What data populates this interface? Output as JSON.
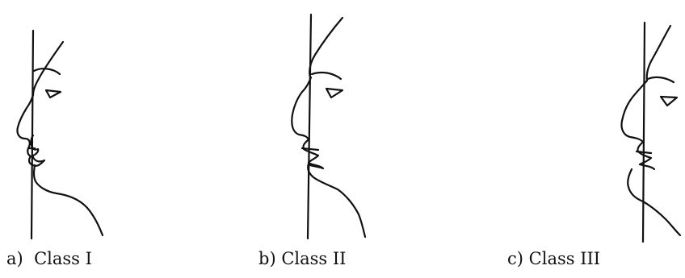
{
  "panels": [
    {
      "letter": "a)",
      "label": "Class I"
    },
    {
      "letter": "b)",
      "label": "Class II"
    },
    {
      "letter": "c)",
      "label": "Class III"
    }
  ]
}
